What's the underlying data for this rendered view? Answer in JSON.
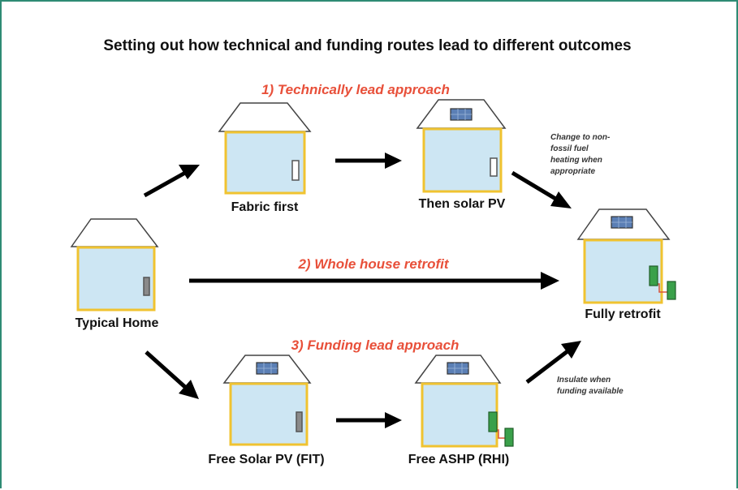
{
  "title": "Setting out how technical and funding routes lead to different outcomes",
  "routes": {
    "technical": "1) Technically lead approach",
    "whole_house": "2) Whole house retrofit",
    "funding": "3) Funding lead approach"
  },
  "houses": {
    "typical": "Typical Home",
    "fabric_first": "Fabric first",
    "solar_pv": "Then solar PV",
    "fully_retrofit": "Fully retrofit",
    "free_solar": "Free Solar PV (FIT)",
    "free_ashp": "Free ASHP (RHI)"
  },
  "notes": {
    "change_fuel": [
      "Change to non-",
      "fossil fuel",
      "heating when",
      "appropriate"
    ],
    "insulate": [
      "Insulate when",
      "funding available"
    ]
  },
  "colors": {
    "route_text": "#e8503a",
    "frame": "#2e8b74",
    "wall_fill": "#cde6f3",
    "wall_outline": "#f0c330"
  }
}
